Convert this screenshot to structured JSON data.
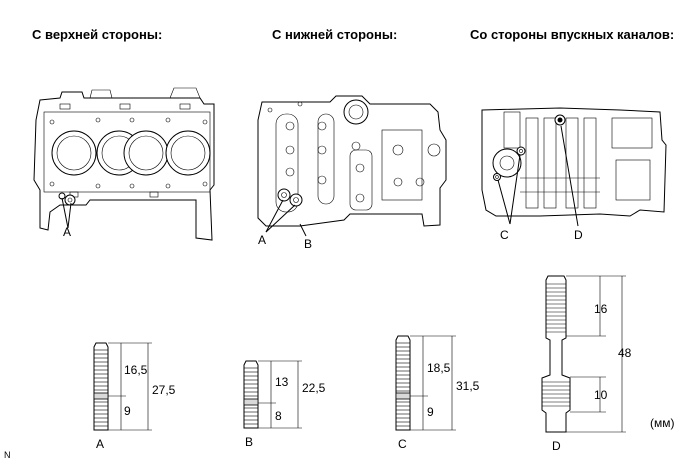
{
  "views": {
    "top_title": "С верхней стороны:",
    "bottom_title": "С нижней стороны:",
    "intake_title": "Со стороны впускных каналов:"
  },
  "callouts": {
    "top_a": "A",
    "bottom_a": "A",
    "bottom_b": "B",
    "intake_c": "C",
    "intake_d": "D"
  },
  "studs": [
    {
      "label": "A",
      "upper": "16,5",
      "lower": "9",
      "total": "27,5"
    },
    {
      "label": "B",
      "upper": "13",
      "lower": "8",
      "total": "22,5"
    },
    {
      "label": "C",
      "upper": "18,5",
      "lower": "9",
      "total": "31,5"
    },
    {
      "label": "D",
      "upper": "16",
      "lower": "10",
      "total": "48"
    }
  ],
  "unit": "(мм)",
  "corner_mark": "N"
}
